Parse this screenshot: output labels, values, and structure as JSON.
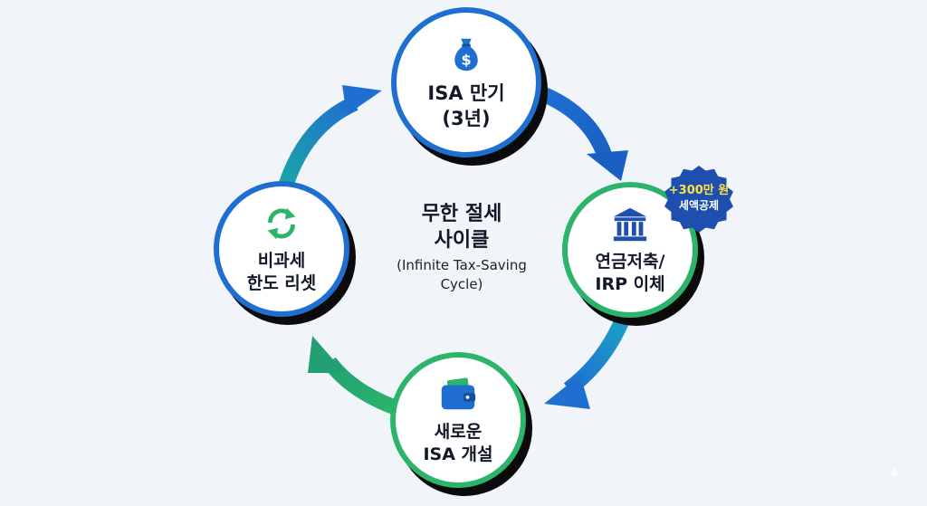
{
  "center": {
    "title_line1": "무한 절세",
    "title_line2": "사이클",
    "subtitle_line1": "(Infinite Tax-Saving",
    "subtitle_line2": "Cycle)"
  },
  "nodes": [
    {
      "id": "isa-maturity",
      "icon": "money-bag-icon",
      "lines": [
        "ISA 만기",
        "(3년)"
      ],
      "color": "#1f6fd1"
    },
    {
      "id": "pension-irp",
      "icon": "bank-icon",
      "lines": [
        "연금저축/",
        "IRP 이체"
      ],
      "color": "#2bb46a"
    },
    {
      "id": "new-isa",
      "icon": "wallet-icon",
      "lines": [
        "새로운",
        "ISA 개설"
      ],
      "color": "#2bb46a"
    },
    {
      "id": "limit-reset",
      "icon": "refresh-icon",
      "lines": [
        "비과세",
        "한도 리셋"
      ],
      "color": "#1f6fd1"
    }
  ],
  "badge": {
    "line1": "+300만 원",
    "line2": "세액공제",
    "color": "#1f4fae"
  },
  "colors": {
    "blue": "#1f6fd1",
    "green": "#2bb46a",
    "dark_blue": "#1a55b8",
    "background": "#f1f5f9"
  }
}
